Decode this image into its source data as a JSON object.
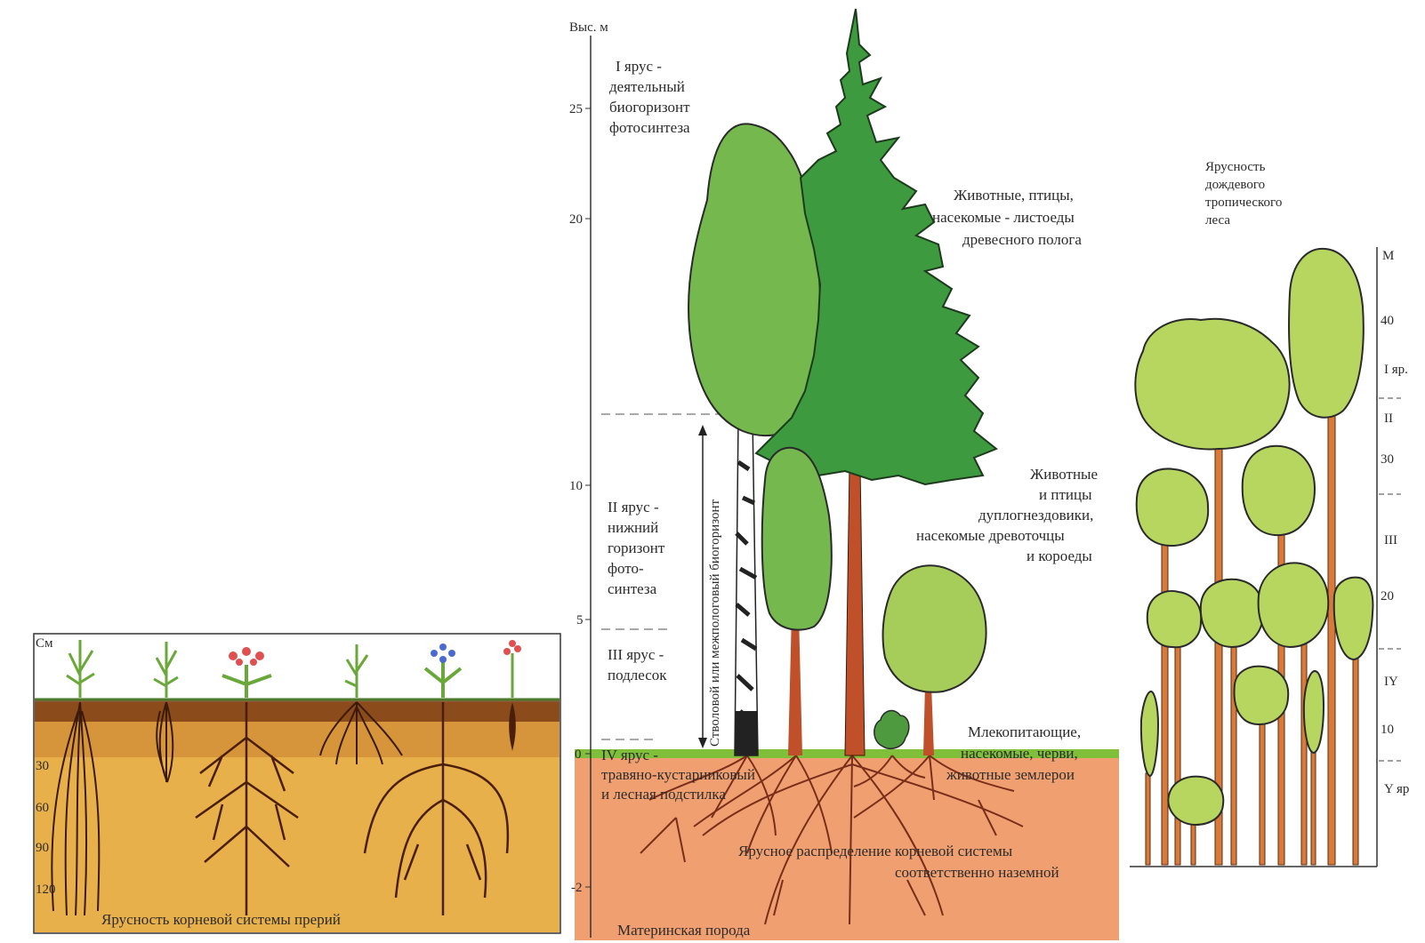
{
  "prairie": {
    "unit": "См",
    "ticks": [
      "30",
      "60",
      "90",
      "120"
    ],
    "caption": "Ярусность корневой системы прерий"
  },
  "forest": {
    "axis_title": "Выс. м",
    "ticks": [
      "25",
      "20",
      "10",
      "5",
      "0",
      "-2"
    ],
    "tier1": [
      "I ярус -",
      "деятельный",
      "биогоризонт",
      "фотосинтеза"
    ],
    "tier2": [
      "II ярус -",
      "нижний",
      "горизонт",
      "фото-",
      "синтеза"
    ],
    "tier3": [
      "III ярус -",
      "подлесок"
    ],
    "tier4": [
      "IV ярус -",
      "травяно-кустарниковый",
      "и лесная подстилка"
    ],
    "trunk_label": "Стволовой или межпологовый биогоризонт",
    "canopy_fauna": [
      "Животные, птицы,",
      "насекомые - листоеды",
      "древесного полога"
    ],
    "trunk_fauna": [
      "Животные",
      "и птицы",
      "дуплогнездовики,",
      "насекомые древоточцы",
      "и короеды"
    ],
    "soil_fauna": [
      "Млекопитающие,",
      "насекомые, черви,",
      "животные землерои"
    ],
    "root_caption": [
      "Ярусное распределение корневой системы",
      "соответственно наземной"
    ],
    "bedrock": "Материнская порода"
  },
  "tropical": {
    "title": [
      "Ярусность",
      "дождевого",
      "тропического",
      "леса"
    ],
    "ticks": [
      "М",
      "40",
      "30",
      "20",
      "10"
    ],
    "tiers": [
      "I яр.",
      "II",
      "III",
      "IY",
      "Y яр"
    ]
  },
  "colors": {
    "soil_prairie": "#e8b04a",
    "soil_prairie_top": "#7a3a12",
    "soil_forest": "#f0a070",
    "grass": "#7fbf3a",
    "spruce": "#3e9a3e",
    "deciduous": "#74b84e",
    "tropical_crown": "#b6d660",
    "trunk": "#c0502a",
    "root": "#7a2e1a"
  }
}
